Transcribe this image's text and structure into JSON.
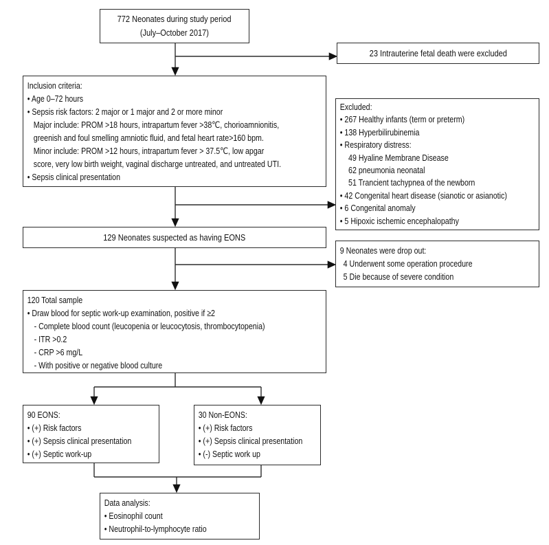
{
  "diagram": {
    "type": "study-flowchart",
    "colors": {
      "background": "#ffffff",
      "border": "#2b2b2b",
      "line": "#2b2b2b",
      "text": "#111111"
    }
  },
  "boxes": {
    "neonates_772": {
      "lines": [
        "772 Neonates during study period",
        "(July–October 2017)"
      ]
    },
    "excluded_fetal_death": {
      "lines": [
        "23 Intrauterine fetal death were excluded"
      ]
    },
    "inclusion_criteria": {
      "lines": [
        "Inclusion criteria:",
        "• Age 0–72 hours",
        "• Sepsis risk factors: 2 major or 1 major and 2 or more minor",
        "Major include: PROM >18 hours, intrapartum fever >38℃, chorioamnionitis,",
        "greenish and foul smelling amniotic fluid, and fetal heart rate>160 bpm.",
        "Minor include: PROM >12 hours, intrapartum fever > 37.5℃, low apgar",
        "score, very low birth weight, vaginal discharge untreated, and untreated UTI.",
        "• Sepsis clinical presentation"
      ]
    },
    "excluded_main": {
      "lines": [
        "Excluded:",
        "• 267 Healthy infants (term or preterm)",
        "• 138 Hyperbilirubinemia",
        "• Respiratory distress:",
        "49 Hyaline Membrane Disease",
        "62 pneumonia neonatal",
        "51 Trancient tachypnea of the newborn",
        "• 42 Congenital heart disease (sianotic or asianotic)",
        "• 6 Congenital anomaly",
        "• 5 Hipoxic ischemic encephalopathy"
      ]
    },
    "suspected_eons": {
      "lines": [
        "129 Neonates suspected as having EONS"
      ]
    },
    "drop_out": {
      "lines": [
        "9 Neonates were drop out:",
        "4 Underwent some operation procedure",
        "5 Die because of severe condition"
      ]
    },
    "total_sample": {
      "lines": [
        "120 Total sample",
        "• Draw blood for septic work-up examination, positive if ≥2",
        "- Complete blood count (leucopenia or leucocytosis, thrombocytopenia)",
        "- ITR >0.2",
        "- CRP >6 mg/L",
        "- With positive or negative blood culture"
      ]
    },
    "eons_group": {
      "lines": [
        "90 EONS:",
        "• (+) Risk factors",
        "• (+) Sepsis clinical presentation",
        "• (+) Septic work-up"
      ]
    },
    "non_eons_group": {
      "lines": [
        "30 Non-EONS:",
        "• (+) Risk factors",
        "• (+) Sepsis clinical presentation",
        "• (-) Septic work up"
      ]
    },
    "data_analysis": {
      "lines": [
        "Data analysis:",
        "• Eosinophil count",
        "• Neutrophil-to-lymphocyte ratio"
      ]
    }
  }
}
